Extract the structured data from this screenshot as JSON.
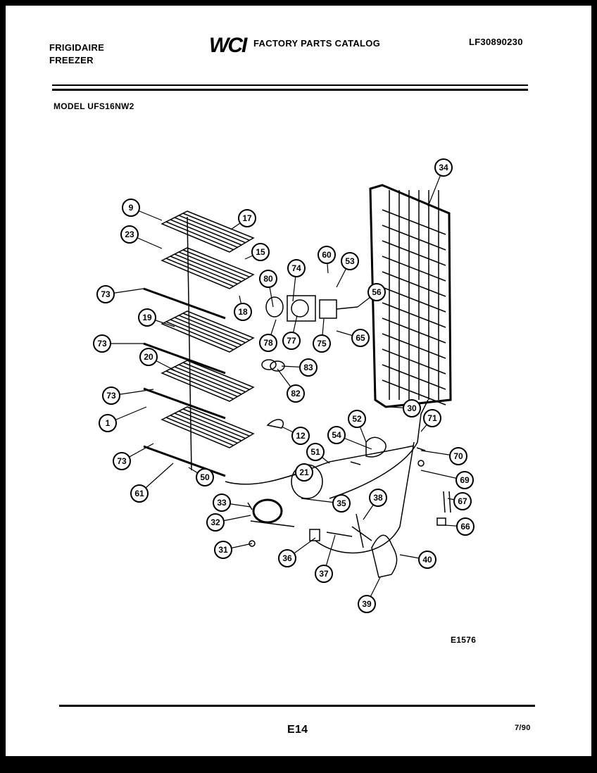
{
  "header": {
    "brand": "FRIGIDAIRE",
    "product": "FREEZER",
    "logo": "WCI",
    "catalog_title": "FACTORY PARTS CATALOG",
    "catalog_number": "LF30890230",
    "model_label": "MODEL UFS16NW2"
  },
  "diagram": {
    "code": "E1576",
    "callouts": [
      "34",
      "9",
      "17",
      "23",
      "15",
      "74",
      "60",
      "53",
      "73",
      "80",
      "56",
      "18",
      "19",
      "78",
      "77",
      "75",
      "65",
      "73",
      "20",
      "83",
      "82",
      "73",
      "30",
      "71",
      "1",
      "12",
      "52",
      "54",
      "70",
      "51",
      "73",
      "21",
      "50",
      "69",
      "61",
      "33",
      "35",
      "38",
      "67",
      "32",
      "66",
      "40",
      "31",
      "36",
      "37",
      "39"
    ]
  },
  "footer": {
    "page": "E14",
    "date": "7/90"
  }
}
